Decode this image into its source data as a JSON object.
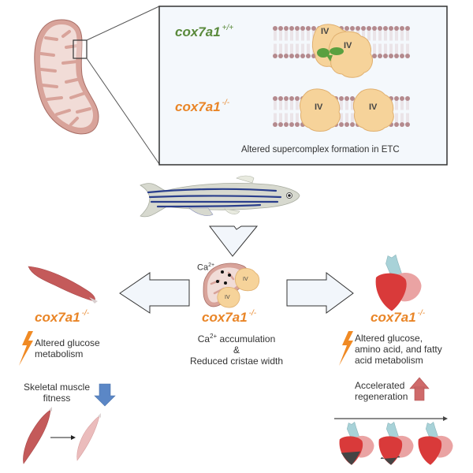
{
  "colors": {
    "wildtype": "#5a8a3c",
    "mutant": "#e98527",
    "panel_bg": "#f4f8fc",
    "arrow_fill": "#f2f6fb",
    "down_arrow": "#5b87c6",
    "up_arrow": "#cf6a6a",
    "bolt": "#f08a24",
    "mito_outer": "#d8a39a",
    "mito_inner": "#f1dcd7",
    "complex": "#f6d39a"
  },
  "inset": {
    "wt_label": "cox7a1",
    "wt_sup": "+/+",
    "ko_label": "cox7a1",
    "ko_sup": "-/-",
    "complex_label": "IV",
    "caption": "Altered supercomplex formation in ETC"
  },
  "center": {
    "ca_label": "Ca",
    "ca_sup": "2+",
    "gene": "cox7a1",
    "gene_sup": "-/-",
    "complex_label": "IV",
    "line1_pre": "Ca",
    "line1_sup": "2+",
    "line1_post": " accumulation",
    "line2": "&",
    "line3": "Reduced cristae width"
  },
  "left": {
    "gene": "cox7a1",
    "gene_sup": "-/-",
    "effect_line1": "Altered glucose",
    "effect_line2": "metabolism",
    "fitness_line1": "Skeletal muscle",
    "fitness_line2": "fitness",
    "fitness_direction": "down"
  },
  "right": {
    "gene": "cox7a1",
    "gene_sup": "-/-",
    "effect_line1": "Altered glucose,",
    "effect_line2": "amino acid, and fatty",
    "effect_line3": "acid metabolism",
    "regen_line1": "Accelerated",
    "regen_line2": "regeneration",
    "regen_direction": "up",
    "injury_stages": [
      0.4,
      0.2,
      0.0
    ]
  }
}
